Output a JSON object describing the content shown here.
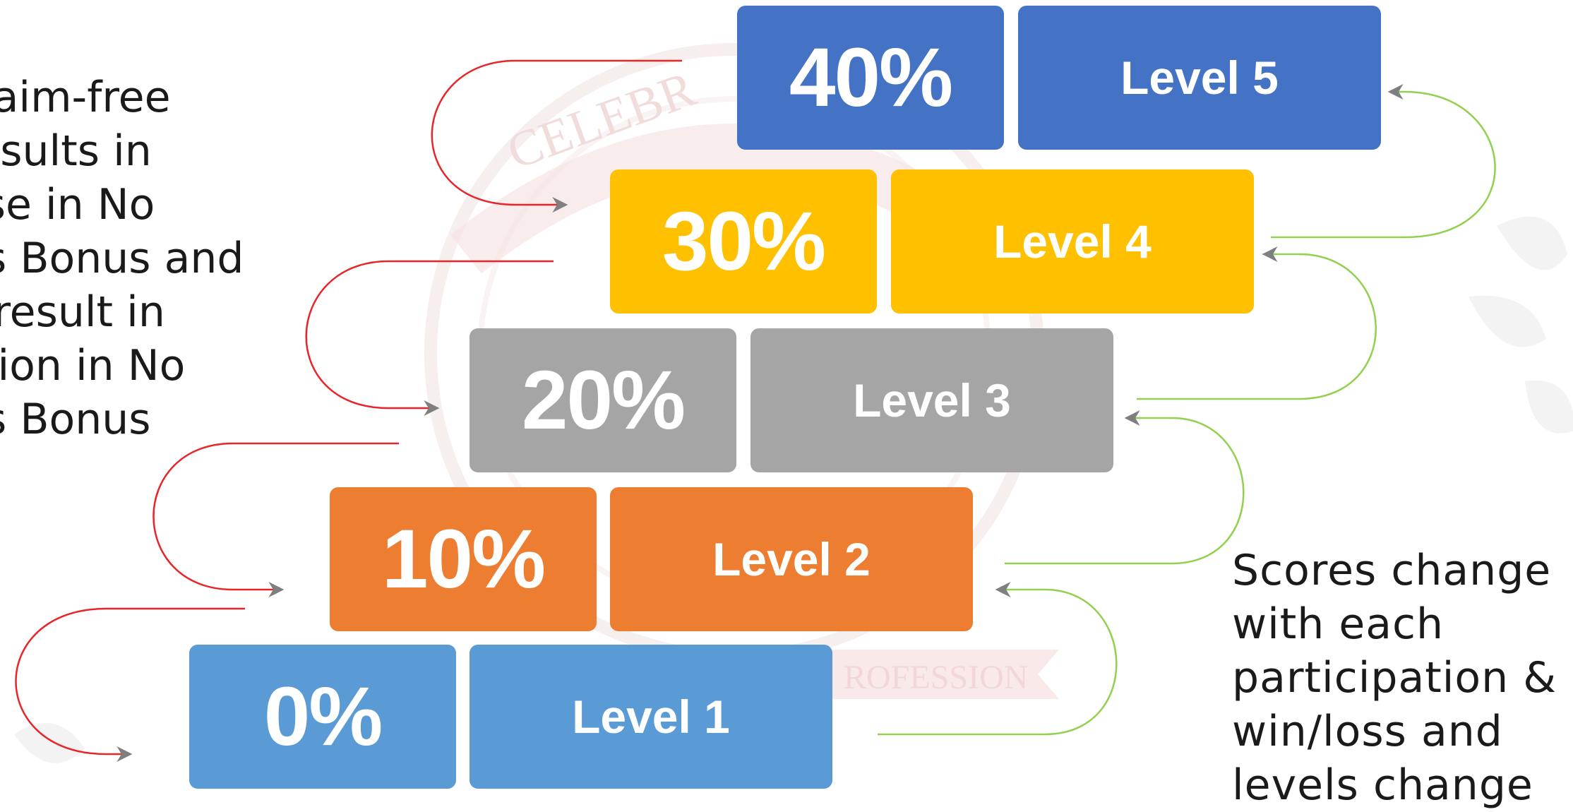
{
  "left_note": [
    "claim-free",
    "results in",
    "ase in No",
    "ns Bonus and",
    "s result in",
    "ction in No",
    "ns Bonus"
  ],
  "right_note": [
    "Scores change",
    "with each",
    "participation &",
    "win/loss and",
    "levels change"
  ],
  "watermark": {
    "top_text": "CELEBR",
    "bottom_text": "ROFESSION"
  },
  "levels": [
    {
      "percent": "0%",
      "label": "Level 1",
      "color": "#5B9BD5"
    },
    {
      "percent": "10%",
      "label": "Level 2",
      "color": "#ED7D31"
    },
    {
      "percent": "20%",
      "label": "Level 3",
      "color": "#A5A5A5"
    },
    {
      "percent": "30%",
      "label": "Level 4",
      "color": "#FFC000"
    },
    {
      "percent": "40%",
      "label": "Level 5",
      "color": "#4472C4"
    }
  ],
  "arrow_colors": {
    "down": "#E8262A",
    "up": "#92D050",
    "head": "#7F7F7F"
  }
}
